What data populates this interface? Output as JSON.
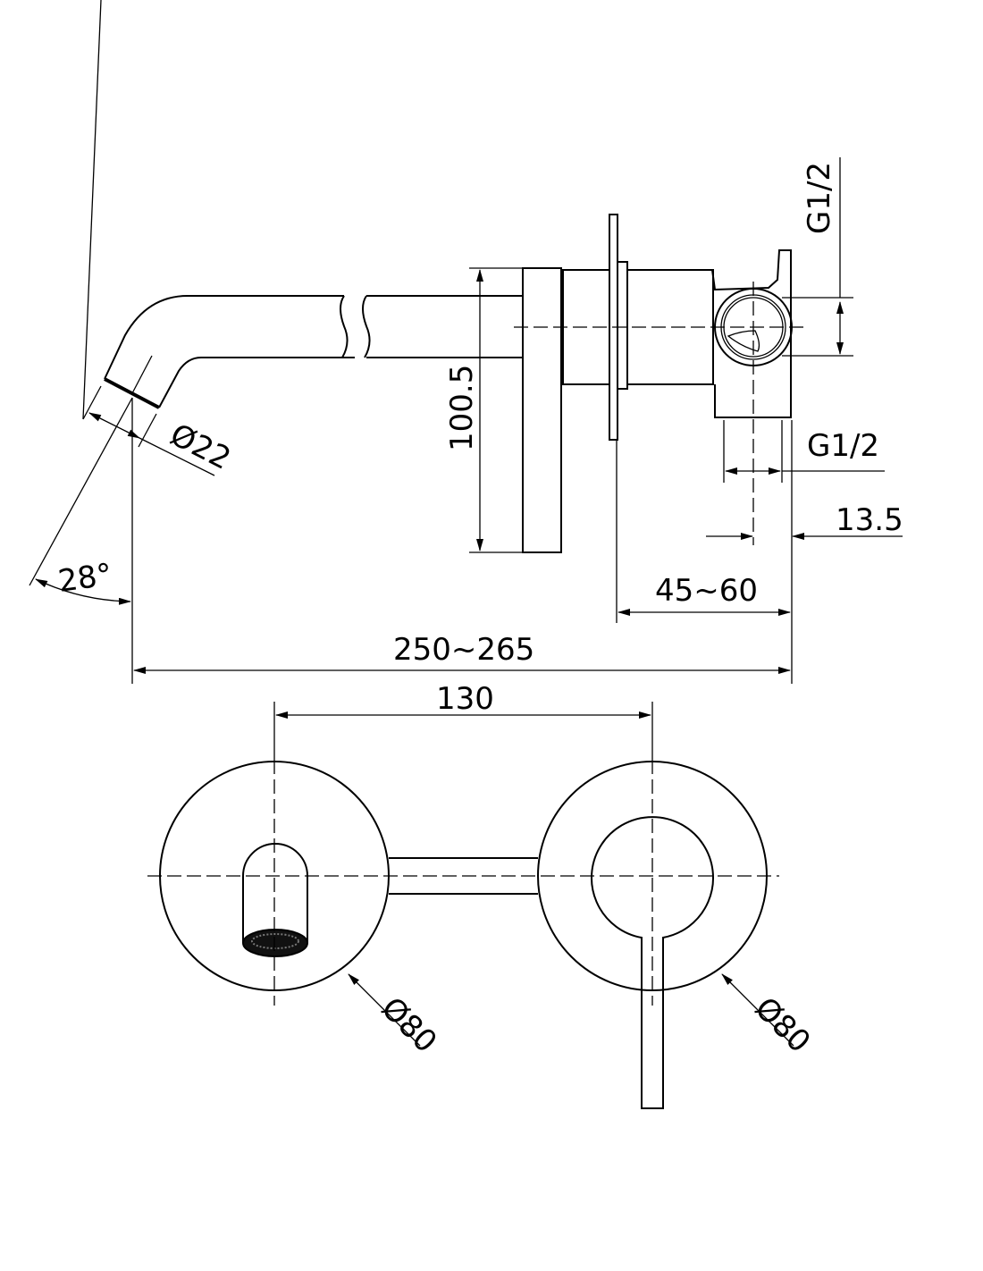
{
  "drawing": {
    "side_view": {
      "dimensions": {
        "inlet_thread_top": "G1/2",
        "inlet_thread_bottom": "G1/2",
        "offset": "13.5",
        "height": "100.5",
        "spout_diameter": "Ø22",
        "spout_angle": "28°",
        "wall_depth": "45~60",
        "total_projection": "250~265"
      }
    },
    "front_view": {
      "dimensions": {
        "centre_distance": "130",
        "left_plate_diameter": "Ø80",
        "right_plate_diameter": "Ø80"
      }
    },
    "colors": {
      "line": "#000000",
      "background": "#ffffff"
    }
  }
}
